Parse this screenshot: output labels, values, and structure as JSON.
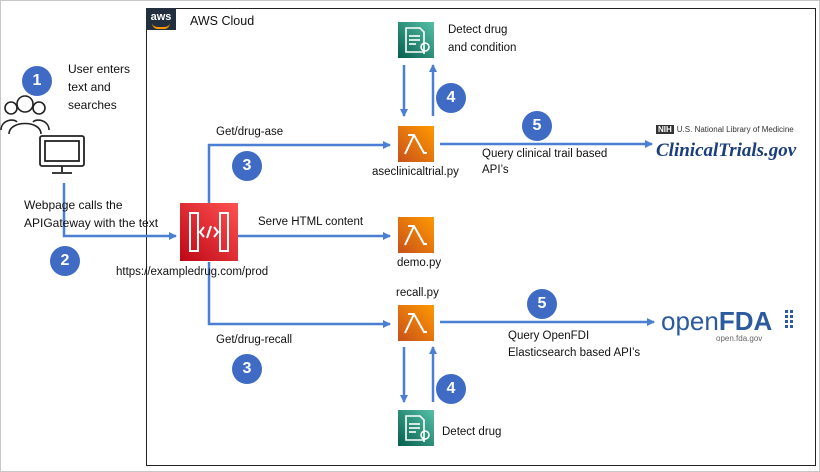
{
  "cloud": {
    "title": "AWS Cloud",
    "logo": "aws"
  },
  "user": {
    "step": "1",
    "text_lines": [
      "User enters",
      "text  and",
      "searches"
    ],
    "icons": [
      "users-icon",
      "monitor-icon"
    ]
  },
  "webpage": {
    "step": "2",
    "text_lines": [
      "Webpage calls the",
      "APIGateway with the text"
    ]
  },
  "api_gateway": {
    "url": "https://exampledrug.com/prod",
    "icon": "api-gateway-icon"
  },
  "routes": {
    "ase": {
      "label": "Get/drug-ase",
      "step": "3"
    },
    "html": {
      "label": "Serve HTML content"
    },
    "recall": {
      "label": "Get/drug-recall",
      "step": "3"
    }
  },
  "lambdas": {
    "ase": {
      "name": "aseclinicaltrial.py"
    },
    "demo": {
      "name": "demo.py"
    },
    "recall": {
      "name": "recall.py"
    }
  },
  "comprehend": {
    "top": {
      "text_lines": [
        "Detect drug",
        "and condition"
      ],
      "step": "4"
    },
    "bottom": {
      "text": "Detect drug",
      "step": "4"
    }
  },
  "queries": {
    "clinical": {
      "step": "5",
      "text_lines": [
        "Query clinical trail based",
        "API’s"
      ]
    },
    "fda": {
      "step": "5",
      "text_lines": [
        "Query OpenFDI",
        "Elasticsearch based API’s"
      ]
    }
  },
  "clinicaltrials": {
    "nih_badge": "NIH",
    "org": "U.S. National Library of Medicine",
    "brand": "ClinicalTrials.gov"
  },
  "openfda": {
    "brand_open": "open",
    "brand_fda": "FDA",
    "url": "open.fda.gov"
  },
  "colors": {
    "arrow": "#4a7fd4",
    "badge": "#3f6bc4",
    "lambda": "#ff9900",
    "comprehend": "#2e9e82",
    "api_gateway": "#e7157b"
  }
}
